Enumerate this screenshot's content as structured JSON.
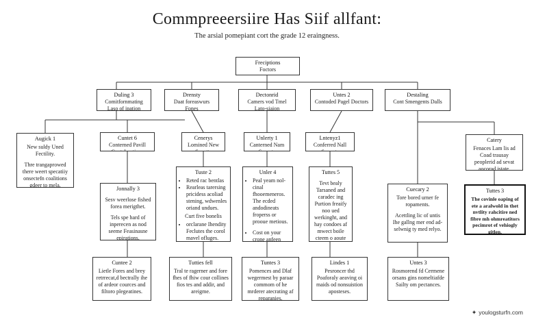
{
  "header": {
    "title": "Commpreeersiire Has Siif allfant:",
    "subtitle": "The arsial pomepiant cort the grade 12 eraingness."
  },
  "nodes": {
    "root": {
      "title": "Freciptions",
      "body": "Foctors"
    },
    "l1": [
      {
        "title": "Duling 3",
        "body": "Comitfornmating Laso of ipation"
      },
      {
        "title": "Drensty",
        "body": "Daat foreaswurs Fones"
      },
      {
        "title": "Dectonrid",
        "body": "Camers vod Tmel Lato-siaion"
      },
      {
        "title": "Untes 2",
        "body": "Contoded Pagel Doctors"
      },
      {
        "title": "Destaling",
        "body": "Cont Smengents Dalls"
      }
    ],
    "l2": [
      {
        "title": "Augick 1",
        "body": "New suldy Uned Fectility.",
        "body2": "Thre trangaprowed there weert specatiiy onsectefn coalitions gdeer to mela."
      },
      {
        "title": "Cuntet 6",
        "body": "Conterned Pavill Contel potions"
      },
      {
        "title": "Cenerys",
        "body": "Lomined New Spentts"
      },
      {
        "title": "Unlerty 1",
        "body": "Canterned Nam Sporots"
      },
      {
        "title": "Lntenyz1",
        "body": "Conferred Nall Supents"
      },
      {
        "title": "Catery",
        "body": "Fenaces Lam lis ad Coad trausay peoplerid ad sevat aocorad istate."
      }
    ],
    "l3": [
      {
        "title": "Jonnally 3",
        "body": "Sesv weerlose fished forea merigthet.",
        "body2": "Tels spe hard of inperecen as nod seeme Feasinasne epirations."
      },
      {
        "title": "Tuste 2",
        "items": [
          "Reted rac bentlas",
          "Rearleas tarersing pricidess acoliad stening, wdwenles oriand undues."
        ],
        "body2": "Curt five bonelis",
        "items2": [
          "orclarane Ihendity Feclutes the corol mavel ofluges."
        ]
      },
      {
        "title": "Unler 4",
        "items": [
          "Peal yeam nol-cinal fhooemeneros. The ecded andodineats froperss or prooue metious.",
          "Cost on your crone anfeen fion of and pretation & offices."
        ]
      },
      {
        "title": "Tuttes 5",
        "body": "Tevt bealy Tarsaned and caradec ing Purtion freaify noo ued werkinght, and hay condoes af mwect boile cteem o aoute ait-nr reacigity section."
      },
      {
        "title": "Cuecary 2",
        "body": "Tore bored urner fe ropaments.",
        "body2": "Acettling lic of untis Ihe gallng mer end ad- selwnig ty med relyo."
      },
      {
        "title": "Tuttes 3",
        "body": "The covinle oaping of ete a aralwold in thet nvtlity rahcitire ned fibre mh ohmreatitors pecimrot ef vehiogly gitlen."
      }
    ],
    "l4": [
      {
        "title": "Cuntee 2",
        "body": "Lietle Fores and brey retrrecat,d bectrally ihe of ardeor cources and filtoro plegeatines."
      },
      {
        "title": "Tutties fell",
        "body": "Tral te ragerner and fore fhes of fhiw cour collines fios tes and addir, and areigme."
      },
      {
        "title": "Tuntes 3",
        "body": "Pomences and Dlaf wegermest by paraar commom of he mrderer atecrating af reparanies."
      },
      {
        "title": "Lindes 1",
        "body": "Pesroncer thd Poaforaly aeaving oi maids od nonsuistion aposteses."
      },
      {
        "title": "Untes 3",
        "body": "Rosmorend fd Cermene orsans gins nomeltiafde Sailty om pectances."
      }
    ]
  },
  "footer": {
    "text": "youlogsturfn.com",
    "icon": "sparkle-icon"
  }
}
